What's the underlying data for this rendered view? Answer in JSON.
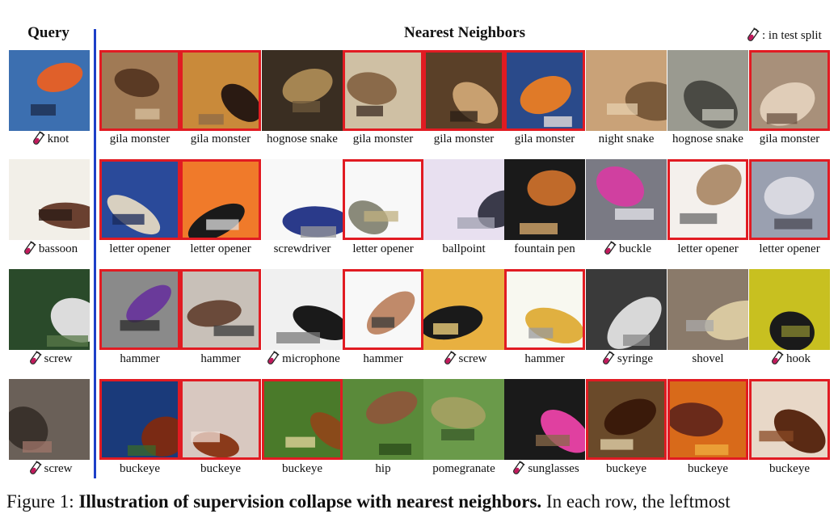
{
  "headings": {
    "query": "Query",
    "neighbors": "Nearest Neighbors"
  },
  "legend": {
    "icon": "test-tube-icon",
    "text": ": in test split"
  },
  "caption": {
    "prefix": "Figure 1: ",
    "bold": "Illustration of supervision collapse with nearest neighbors.",
    "rest": " In each row, the leftmost"
  },
  "colors": {
    "highlight": "#e11b22",
    "divider": "#1d3fc8",
    "tube": "#c2185b"
  },
  "rows": [
    {
      "query": {
        "label": "knot",
        "test": true,
        "colors": [
          "#3c6fb0",
          "#e0602a",
          "#1b2a4a"
        ]
      },
      "neighbors": [
        {
          "label": "gila monster",
          "test": false,
          "hl": true,
          "colors": [
            "#a07a55",
            "#5a3a24",
            "#d9c3a0"
          ]
        },
        {
          "label": "gila monster",
          "test": false,
          "hl": true,
          "colors": [
            "#c98a3a",
            "#2a1a12",
            "#8c6a48"
          ]
        },
        {
          "label": "hognose snake",
          "test": false,
          "hl": false,
          "colors": [
            "#3a2e22",
            "#a58552",
            "#6f5a3c"
          ]
        },
        {
          "label": "gila monster",
          "test": false,
          "hl": true,
          "colors": [
            "#cfc0a4",
            "#8a6a4a",
            "#3a2a20"
          ]
        },
        {
          "label": "gila monster",
          "test": false,
          "hl": true,
          "colors": [
            "#5a4028",
            "#c8a070",
            "#2a1e16"
          ]
        },
        {
          "label": "gila monster",
          "test": false,
          "hl": true,
          "colors": [
            "#2a4a8a",
            "#e07a28",
            "#f0e8e0"
          ]
        },
        {
          "label": "night snake",
          "test": false,
          "hl": false,
          "colors": [
            "#c9a278",
            "#7a5a3a",
            "#e6cfae"
          ]
        },
        {
          "label": "hognose snake",
          "test": false,
          "hl": false,
          "colors": [
            "#9a9a90",
            "#4a4a44",
            "#c8c8bc"
          ]
        },
        {
          "label": "gila monster",
          "test": false,
          "hl": true,
          "colors": [
            "#a8907a",
            "#e0cdb8",
            "#6a5040"
          ]
        }
      ]
    },
    {
      "query": {
        "label": "bassoon",
        "test": true,
        "colors": [
          "#f2efe8",
          "#6a4030",
          "#2a1a14"
        ]
      },
      "neighbors": [
        {
          "label": "letter opener",
          "test": false,
          "hl": true,
          "colors": [
            "#2a4a9a",
            "#d8d0c0",
            "#1a2a5a"
          ]
        },
        {
          "label": "letter opener",
          "test": false,
          "hl": true,
          "colors": [
            "#f07a2a",
            "#1a1a1a",
            "#e0e0e0"
          ]
        },
        {
          "label": "screwdriver",
          "test": false,
          "hl": false,
          "colors": [
            "#f8f8f8",
            "#2a3a8a",
            "#9a9a9a"
          ]
        },
        {
          "label": "letter opener",
          "test": false,
          "hl": true,
          "colors": [
            "#f8f8f8",
            "#8a8a7a",
            "#c0b080"
          ]
        },
        {
          "label": "ballpoint",
          "test": false,
          "hl": false,
          "colors": [
            "#e8e0f0",
            "#3a3a4a",
            "#a0a0b0"
          ]
        },
        {
          "label": "fountain pen",
          "test": false,
          "hl": false,
          "colors": [
            "#1a1a1a",
            "#c06a2a",
            "#e0b070"
          ]
        },
        {
          "label": "buckle",
          "test": true,
          "hl": false,
          "colors": [
            "#7a7a84",
            "#d040a0",
            "#e8e8ee"
          ]
        },
        {
          "label": "letter opener",
          "test": false,
          "hl": true,
          "colors": [
            "#f4f0ec",
            "#b09070",
            "#6a6a6a"
          ]
        },
        {
          "label": "letter opener",
          "test": false,
          "hl": true,
          "colors": [
            "#9aa0b0",
            "#d8d8e0",
            "#4a4a54"
          ]
        }
      ]
    },
    {
      "query": {
        "label": "screw",
        "test": true,
        "colors": [
          "#2a4a2a",
          "#dcdcdc",
          "#5a7a4a"
        ]
      },
      "neighbors": [
        {
          "label": "hammer",
          "test": false,
          "hl": true,
          "colors": [
            "#8a8a8a",
            "#6a3a9a",
            "#2a2a2a"
          ]
        },
        {
          "label": "hammer",
          "test": false,
          "hl": true,
          "colors": [
            "#c8c0b8",
            "#6a4a3a",
            "#3a3a3a"
          ]
        },
        {
          "label": "microphone",
          "test": true,
          "hl": false,
          "colors": [
            "#f0f0f0",
            "#1a1a1a",
            "#7a7a7a"
          ]
        },
        {
          "label": "hammer",
          "test": false,
          "hl": true,
          "colors": [
            "#f8f8f8",
            "#c08a6a",
            "#3a3a3a"
          ]
        },
        {
          "label": "screw",
          "test": true,
          "hl": false,
          "colors": [
            "#e8b040",
            "#1a1a1a",
            "#f8d880"
          ]
        },
        {
          "label": "hammer",
          "test": false,
          "hl": true,
          "colors": [
            "#f8f8f0",
            "#e0b040",
            "#9a9a9a"
          ]
        },
        {
          "label": "syringe",
          "test": true,
          "hl": false,
          "colors": [
            "#3a3a3a",
            "#d8d8d8",
            "#8a8a8a"
          ]
        },
        {
          "label": "shovel",
          "test": false,
          "hl": false,
          "colors": [
            "#8a7a6a",
            "#d8c8a0",
            "#aaaaaa"
          ]
        },
        {
          "label": "hook",
          "test": true,
          "hl": false,
          "colors": [
            "#c8c020",
            "#1a1a1a",
            "#8a8a30"
          ]
        }
      ]
    },
    {
      "query": {
        "label": "screw",
        "test": true,
        "colors": [
          "#6a6058",
          "#3a322c",
          "#a0766a"
        ]
      },
      "neighbors": [
        {
          "label": "buckeye",
          "test": false,
          "hl": true,
          "colors": [
            "#1a3a7a",
            "#7a2a14",
            "#3a6a2a"
          ]
        },
        {
          "label": "buckeye",
          "test": false,
          "hl": true,
          "colors": [
            "#d8c8c0",
            "#8a3a1a",
            "#f0e0d8"
          ]
        },
        {
          "label": "buckeye",
          "test": false,
          "hl": true,
          "colors": [
            "#4a7a2a",
            "#8a4a1a",
            "#e8d8a0"
          ]
        },
        {
          "label": "hip",
          "test": false,
          "hl": false,
          "colors": [
            "#5a8a3a",
            "#8a5a3a",
            "#2a4a1a"
          ]
        },
        {
          "label": "pomegranate",
          "test": false,
          "hl": false,
          "colors": [
            "#6a9a4a",
            "#a0a060",
            "#3a5a2a"
          ]
        },
        {
          "label": "sunglasses",
          "test": true,
          "hl": false,
          "colors": [
            "#1a1a1a",
            "#e040a0",
            "#8a6a4a"
          ]
        },
        {
          "label": "buckeye",
          "test": false,
          "hl": true,
          "colors": [
            "#6a4a2a",
            "#3a1a0a",
            "#e8d8b0"
          ]
        },
        {
          "label": "buckeye",
          "test": false,
          "hl": true,
          "colors": [
            "#d86a1a",
            "#6a2a1a",
            "#f0b040"
          ]
        },
        {
          "label": "buckeye",
          "test": false,
          "hl": true,
          "colors": [
            "#e8d8c8",
            "#5a2a14",
            "#8a4a24"
          ]
        }
      ]
    }
  ]
}
